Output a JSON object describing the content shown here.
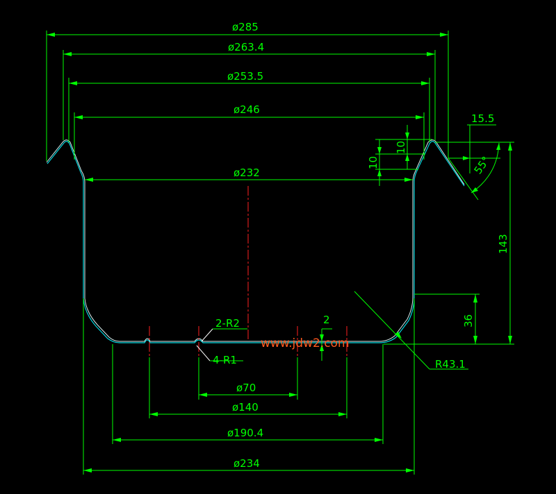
{
  "drawing": {
    "background_color": "#000000",
    "dimension_color": "#00ff00",
    "outline_color": "#00d8e0",
    "centerline_color": "#ff2020",
    "watermark_color": "#ff5a1f"
  },
  "dimensions": {
    "d285": "ø285",
    "d263_4": "ø263.4",
    "d253_5": "ø253.5",
    "d246": "ø246",
    "d232": "ø232",
    "d70": "ø70",
    "d140": "ø140",
    "d190_4": "ø190.4",
    "d234": "ø234",
    "h15_5": "15.5",
    "h10a": "10",
    "h10b": "10",
    "a55": "55°",
    "h143": "143",
    "h36": "36",
    "h2": "2",
    "r43_1": "R43.1",
    "r2": "2-R2",
    "r1": "4-R1"
  },
  "watermark": "www.jdw2.com"
}
